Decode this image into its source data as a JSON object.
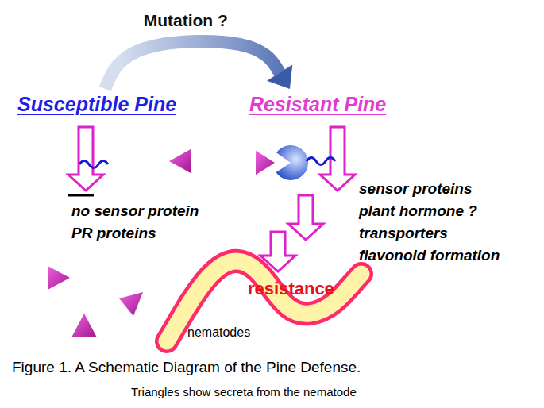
{
  "diagram": {
    "caption": "Figure 1. A Schematic Diagram of the Pine Defense.",
    "nodes": [
      {
        "text": [
          "Susceptible Pine"
        ]
      },
      {
        "text": [
          "Resistant Pine"
        ]
      }
    ],
    "edges": [
      {
        "from": 0,
        "to": 1,
        "arrow": "to",
        "label": "Mutation ?"
      }
    ],
    "labels": [
      "no sensor protein",
      "PR proteins",
      "sensor proteins",
      "plant hormone ?",
      "transporters",
      "flavonoid formation",
      "resistance",
      "nematodes",
      "Triangles show secreta from the nematode"
    ]
  }
}
